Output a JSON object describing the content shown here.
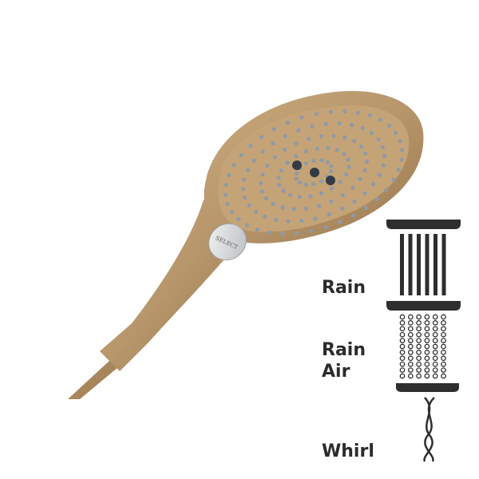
{
  "product": {
    "select_button_label": "SELECT",
    "finish_color": "#b8966b"
  },
  "spray_modes": [
    {
      "label": "Rain"
    },
    {
      "label_line1": "Rain",
      "label_line2": "Air"
    },
    {
      "label": "Whirl"
    }
  ],
  "icon_color": "#2e2e2e"
}
